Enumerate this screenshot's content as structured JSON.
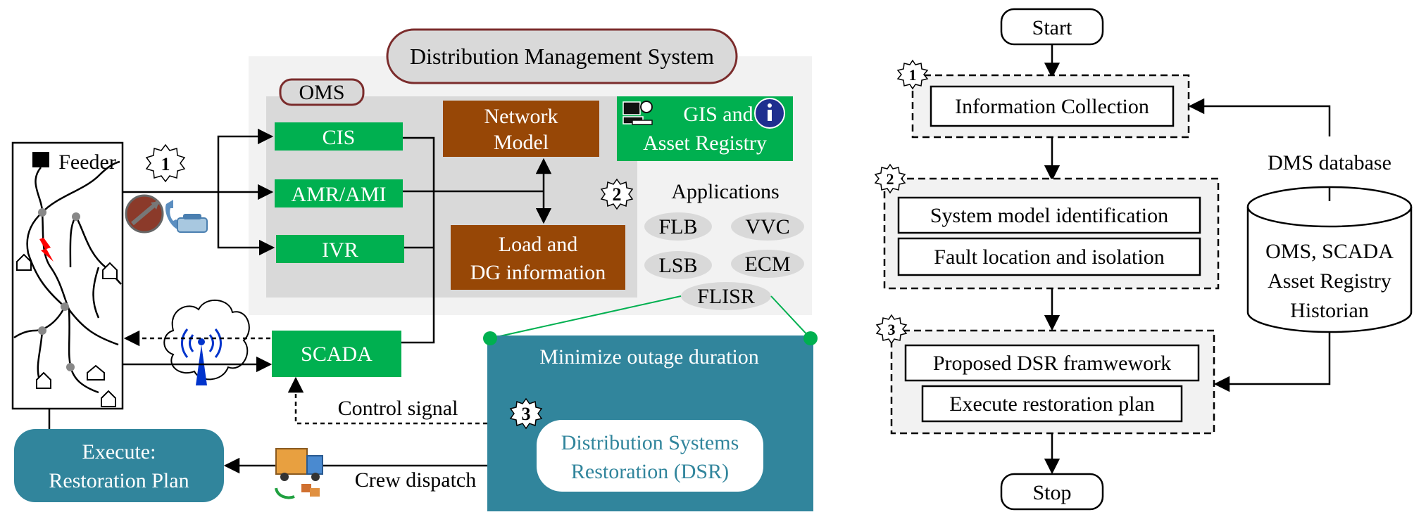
{
  "dms": {
    "title": "Distribution Management System",
    "oms_label": "OMS",
    "cis": "CIS",
    "amr": "AMR/AMI",
    "ivr": "IVR",
    "network_model": [
      "Network",
      "Model"
    ],
    "gis": [
      "GIS and",
      "Asset Registry"
    ],
    "load_dg": [
      "Load and",
      "DG information"
    ],
    "applications_title": "Applications",
    "apps": [
      "FLB",
      "VVC",
      "LSB",
      "ECM",
      "FLISR"
    ]
  },
  "feeder_label": "Feeder",
  "scada": "SCADA",
  "minimize": "Minimize outage duration",
  "dsr": [
    "Distribution Systems",
    "Restoration (DSR)"
  ],
  "control_signal": "Control signal",
  "crew_dispatch": "Crew dispatch",
  "execute": [
    "Execute:",
    "Restoration Plan"
  ],
  "badges": [
    "1",
    "2",
    "3"
  ],
  "flow": {
    "start": "Start",
    "step1": "Information Collection",
    "step2a": "System model identification",
    "step2b": "Fault location and isolation",
    "step3a": "Proposed DSR framwework",
    "step3b": "Execute restoration plan",
    "stop": "Stop",
    "db_title": "DMS database",
    "db_lines": [
      "OMS, SCADA",
      "Asset Registry",
      "Historian"
    ]
  },
  "colors": {
    "green": "#00b050",
    "brown": "#974706",
    "teal": "#31859c",
    "panel": "#f2f2f2",
    "oms_panel": "#d9d9d9"
  }
}
